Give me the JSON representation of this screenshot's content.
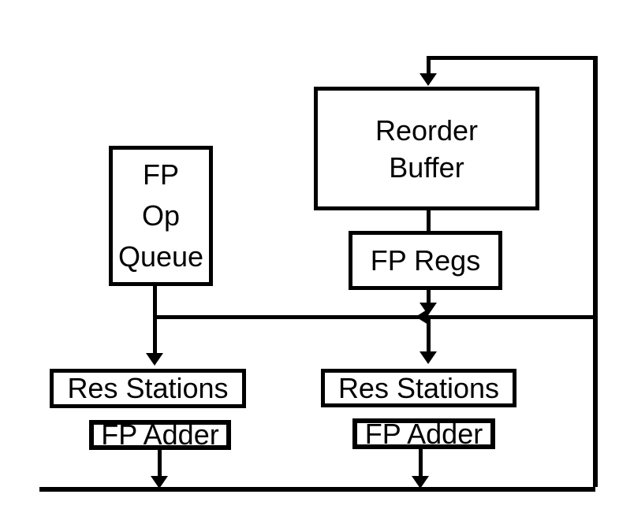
{
  "diagram": {
    "colors": {
      "background": "#ffffff",
      "line": "#000000",
      "text": "#000000"
    },
    "boxes": {
      "reorder_buffer": {
        "lines": [
          "Reorder",
          "Buffer"
        ]
      },
      "fp_op_queue": {
        "lines": [
          "FP",
          "Op",
          "Queue"
        ]
      },
      "fp_regs": {
        "label": "FP Regs"
      },
      "res_stations_left": {
        "label": "Res Stations"
      },
      "res_stations_right": {
        "label": "Res Stations"
      },
      "fp_adder_left": {
        "label": "FP Adder"
      },
      "fp_adder_right": {
        "label": "FP Adder"
      }
    }
  }
}
